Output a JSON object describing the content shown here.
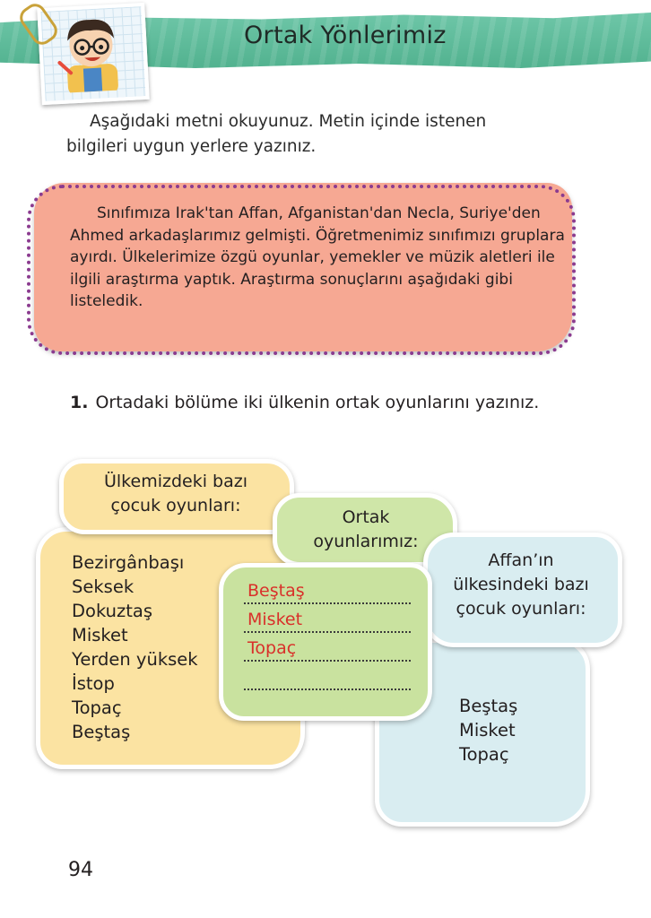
{
  "header": {
    "title": "Ortak Yönlerimiz",
    "band_color": "#5bb998"
  },
  "instructions": "Aşağıdaki metni okuyunuz. Metin içinde istenen bilgileri uygun yerlere yazınız.",
  "reading": {
    "text": "Sınıfımıza Irak'tan Affan, Afganistan'dan Necla, Suriye'den Ahmed arkadaşlarımız gelmişti. Öğretmenimiz sınıfımızı gruplara ayırdı. Ülkelerimize özgü oyunlar, yemekler ve müzik aletleri ile ilgili araştırma yaptık. Araştırma sonuçlarını aşağıdaki gibi listeledik.",
    "box_color": "#f6a893",
    "dot_color": "#8b3b8f"
  },
  "question": {
    "number": "1.",
    "text": "Ortadaki bölüme iki ülkenin ortak oyunlarını yazınız."
  },
  "left_panel": {
    "title_line1": "Ülkemizdeki bazı",
    "title_line2": "çocuk oyunları:",
    "items": [
      "Bezirgânbaşı",
      "Seksek",
      "Dokuztaş",
      "Misket",
      "Yerden yüksek",
      "İstop",
      "Topaç",
      "Beştaş"
    ],
    "color": "#fbe3a2"
  },
  "middle_panel": {
    "title_line1": "Ortak",
    "title_line2": "oyunlarımız:",
    "answers": [
      "Beştaş",
      "Misket",
      "Topaç",
      ""
    ],
    "answer_color": "#d9302a",
    "color": "#c9e29f"
  },
  "right_panel": {
    "title_line1": "Affan’ın",
    "title_line2": "ülkesindeki bazı",
    "title_line3": "çocuk oyunları:",
    "items": [
      "Beştaş",
      "Misket",
      "Topaç"
    ],
    "color": "#d9edf1"
  },
  "page_number": "94"
}
